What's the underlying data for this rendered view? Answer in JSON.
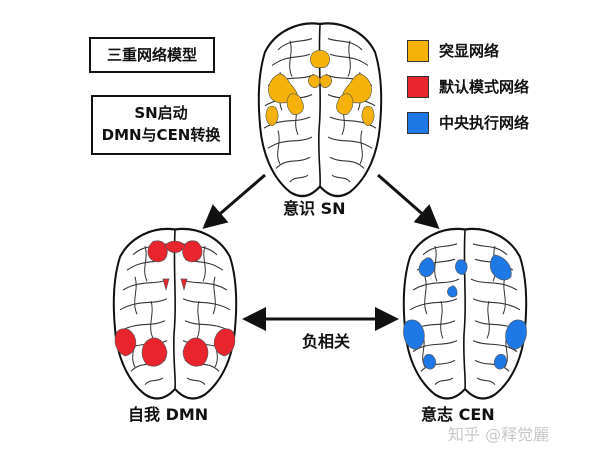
{
  "title_box": "三重网络模型",
  "switch_box": {
    "line1": "SN启动",
    "line2": "DMN与CEN转换"
  },
  "legend": [
    {
      "label": "突显网络",
      "color": "#f5b20a"
    },
    {
      "label": "默认模式网络",
      "color": "#e8242d"
    },
    {
      "label": "中央执行网络",
      "color": "#1e78e6"
    }
  ],
  "brains": {
    "sn": {
      "label": "意识 SN"
    },
    "dmn": {
      "label": "自我 DMN"
    },
    "cen": {
      "label": "意志 CEN"
    }
  },
  "relation_label": "负相关",
  "watermark": "知乎 @释觉麗",
  "colors": {
    "sn": "#f5b20a",
    "dmn": "#e8242d",
    "cen": "#1e78e6"
  }
}
